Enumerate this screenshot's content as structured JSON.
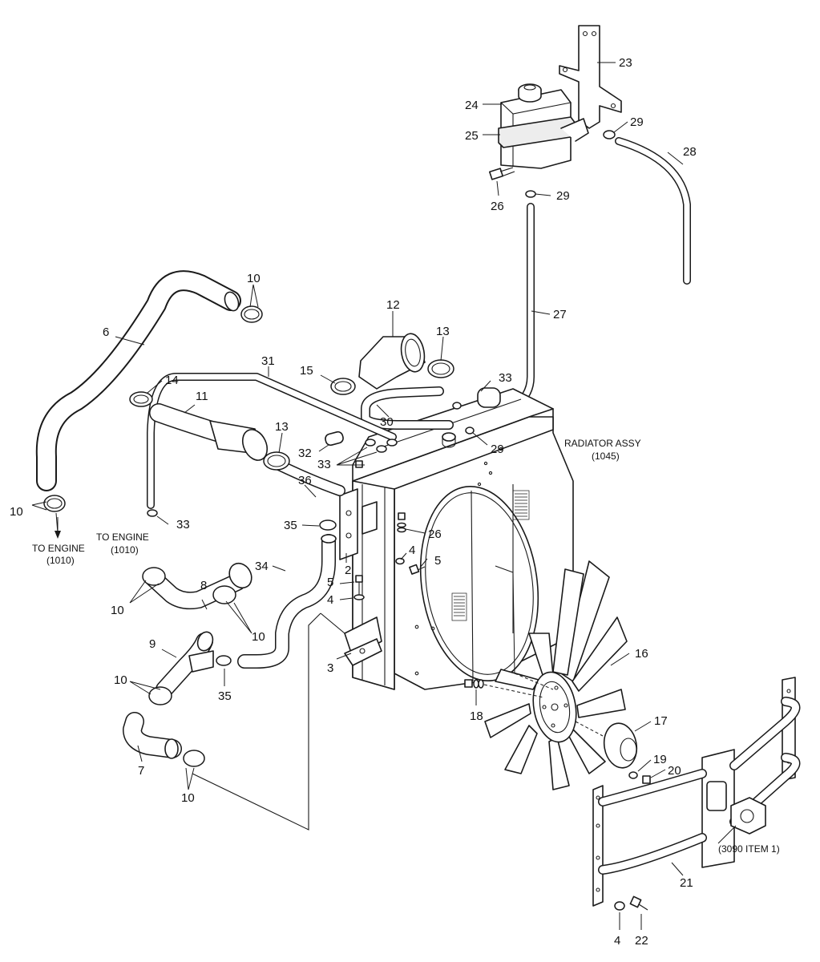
{
  "callouts": {
    "c2": "2",
    "c3": "3",
    "c4a": "4",
    "c4b": "4",
    "c4c": "4",
    "c5a": "5",
    "c5b": "5",
    "c6": "6",
    "c7": "7",
    "c8": "8",
    "c9": "9",
    "c10a": "10",
    "c10b": "10",
    "c10c": "10",
    "c10d": "10",
    "c10e": "10",
    "c10f": "10",
    "c11": "11",
    "c12": "12",
    "c13a": "13",
    "c13b": "13",
    "c14": "14",
    "c15": "15",
    "c16": "16",
    "c17": "17",
    "c18": "18",
    "c19": "19",
    "c20": "20",
    "c21": "21",
    "c22": "22",
    "c23": "23",
    "c24": "24",
    "c25": "25",
    "c26a": "26",
    "c26b": "26",
    "c27": "27",
    "c28": "28",
    "c29a": "29",
    "c29b": "29",
    "c29c": "29",
    "c30": "30",
    "c31": "31",
    "c32": "32",
    "c33a": "33",
    "c33b": "33",
    "c33c": "33",
    "c34": "34",
    "c35a": "35",
    "c35b": "35",
    "c36": "36"
  },
  "notes": {
    "radiator_title": "RADIATOR ASSY",
    "radiator_ref": "(1045)",
    "to_engine_left_title": "TO ENGINE",
    "to_engine_left_ref": "(1010)",
    "to_engine_mid_title": "TO ENGINE",
    "to_engine_mid_ref": "(1010)",
    "guard_ref": "(3090 ITEM 1)"
  }
}
